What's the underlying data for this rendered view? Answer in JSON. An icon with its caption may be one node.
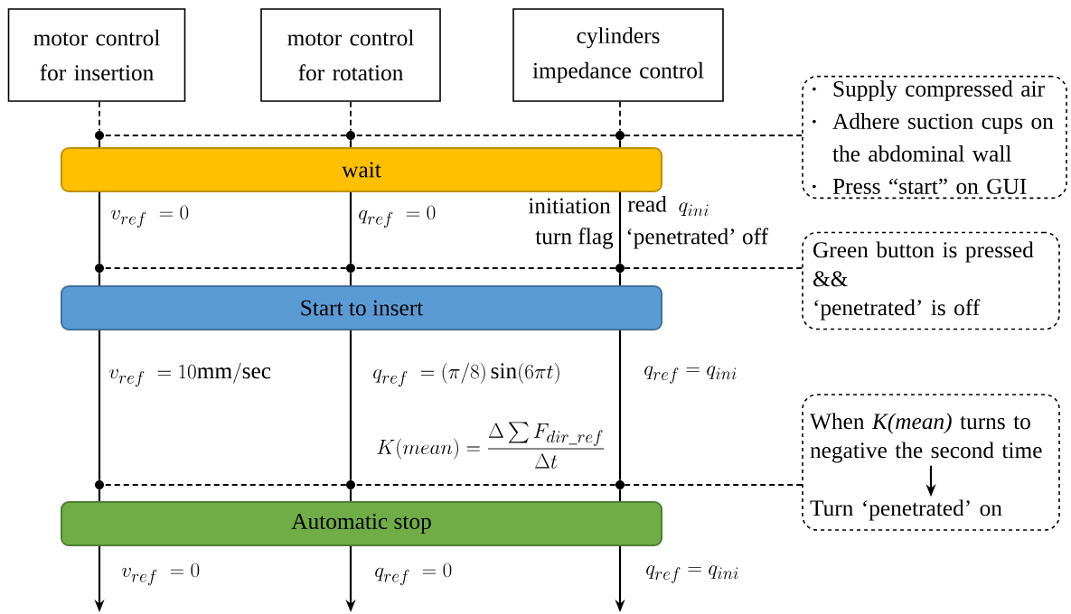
{
  "diagram": {
    "nodes": [
      {
        "text": [
          "motor control for insertion"
        ]
      },
      {
        "text": [
          "motor control for rotation"
        ]
      },
      {
        "text": [
          "cylinders impedance control"
        ]
      },
      {
        "text": [
          "wait"
        ]
      },
      {
        "text": [
          "Start to insert"
        ]
      },
      {
        "text": [
          "Automatic stop"
        ]
      },
      {
        "text": [
          "Supply compressed air",
          "Adhere suction cups on the abdominal wall",
          "Press “start” on GUI"
        ]
      },
      {
        "text": [
          "Green button is pressed",
          "&&",
          "‘penetrated’ is off"
        ]
      },
      {
        "text": [],
        "shape": "box"
      },
      {
        "text": [
          "When *K(mean)* turns to negative the second time"
        ],
        "in": 8
      },
      {
        "text": [
          "Turn ‘penetrated’ on"
        ],
        "in": 8
      },
      {
        "text": [],
        "shape": "circle"
      },
      {
        "text": [],
        "shape": "circle"
      },
      {
        "text": [],
        "shape": "circle"
      },
      {
        "text": [],
        "shape": "circle"
      },
      {
        "text": [],
        "shape": "circle"
      },
      {
        "text": [],
        "shape": "circle"
      },
      {
        "text": [],
        "shape": "circle"
      },
      {
        "text": [],
        "shape": "circle"
      },
      {
        "text": [],
        "shape": "circle"
      }
    ],
    "edges": [
      {
        "from": 0,
        "to": 11,
        "arrow": "none",
        "style": "dashed"
      },
      {
        "from": 11,
        "to": 3,
        "arrow": "none"
      },
      {
        "from": 3,
        "to": 14,
        "arrow": "none"
      },
      {
        "from": 14,
        "to": 4,
        "arrow": "none"
      },
      {
        "from": 4,
        "to": 17,
        "arrow": "none"
      },
      {
        "from": 17,
        "to": 5,
        "arrow": "none"
      },
      {
        "from": 5,
        "to": null,
        "arrow": "to"
      },
      {
        "from": 1,
        "to": 12,
        "arrow": "none",
        "style": "dashed"
      },
      {
        "from": 12,
        "to": 3,
        "arrow": "none"
      },
      {
        "from": 3,
        "to": 15,
        "arrow": "none"
      },
      {
        "from": 15,
        "to": 4,
        "arrow": "none"
      },
      {
        "from": 4,
        "to": 18,
        "arrow": "none"
      },
      {
        "from": 18,
        "to": 5,
        "arrow": "none"
      },
      {
        "from": 5,
        "to": null,
        "arrow": "to"
      },
      {
        "from": 2,
        "to": 13,
        "arrow": "none",
        "style": "dashed"
      },
      {
        "from": 13,
        "to": 3,
        "arrow": "none"
      },
      {
        "from": 3,
        "to": 16,
        "arrow": "none"
      },
      {
        "from": 16,
        "to": 4,
        "arrow": "none"
      },
      {
        "from": 4,
        "to": 19,
        "arrow": "none"
      },
      {
        "from": 19,
        "to": 5,
        "arrow": "none"
      },
      {
        "from": 5,
        "to": null,
        "arrow": "to"
      },
      {
        "from": 6,
        "to": 13,
        "arrow": "none",
        "style": "dashed"
      },
      {
        "from": 13,
        "to": 12,
        "arrow": "none",
        "style": "dashed"
      },
      {
        "from": 12,
        "to": 11,
        "arrow": "none",
        "style": "dashed"
      },
      {
        "from": 7,
        "to": 16,
        "arrow": "none",
        "style": "dashed"
      },
      {
        "from": 16,
        "to": 15,
        "arrow": "none",
        "style": "dashed"
      },
      {
        "from": 15,
        "to": 14,
        "arrow": "none",
        "style": "dashed"
      },
      {
        "from": 8,
        "to": 19,
        "arrow": "none",
        "style": "dashed"
      },
      {
        "from": 19,
        "to": 18,
        "arrow": "none",
        "style": "dashed"
      },
      {
        "from": 18,
        "to": 17,
        "arrow": "none",
        "style": "dashed"
      },
      {
        "from": 9,
        "to": 10,
        "arrow": "to"
      }
    ],
    "labels": [
      "v_{ref}\\ = 0",
      "q_{ref}\\ = 0",
      "initiation",
      "\\mathrm{read}\\ \\ q_{ini}",
      "turn flag",
      "‘penetrated’ off",
      "v_{ref}\\ = 10\\mathrm{mm/sec}",
      "q_{ref}\\ = (\\pi/8)\\sin(6\\pi t)",
      "q_{ref} = q_{ini}",
      "K(mean) = \\frac{\\Delta\\sum F_{dir\\_ref}}{\\Delta t}",
      "v_{ref}\\ = 0",
      "q_{ref}\\ = 0",
      "q_{ref} = q_{ini}"
    ]
  }
}
